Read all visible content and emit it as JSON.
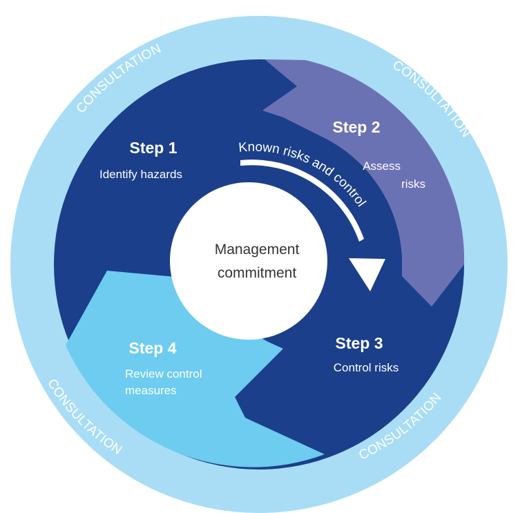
{
  "colors": {
    "outer_ring": "#a9ddf5",
    "step1": "#1b3f8a",
    "step2": "#6b72b4",
    "step3": "#1b3f8a",
    "step4": "#6dccf0",
    "center": "#ffffff",
    "arrow": "#ffffff"
  },
  "ring_labels": [
    "CONSULTATION",
    "CONSULTATION",
    "CONSULTATION",
    "CONSULTATION"
  ],
  "center_label": {
    "line1": "Management",
    "line2": "commitment"
  },
  "arrow_label": "Known risks and control",
  "steps": [
    {
      "title": "Step 1",
      "lines": [
        "Identify hazards"
      ]
    },
    {
      "title": "Step 2",
      "lines": [
        "Assess",
        "risks"
      ]
    },
    {
      "title": "Step 3",
      "lines": [
        "Control risks"
      ]
    },
    {
      "title": "Step 4",
      "lines": [
        "Review control",
        "measures"
      ]
    }
  ]
}
